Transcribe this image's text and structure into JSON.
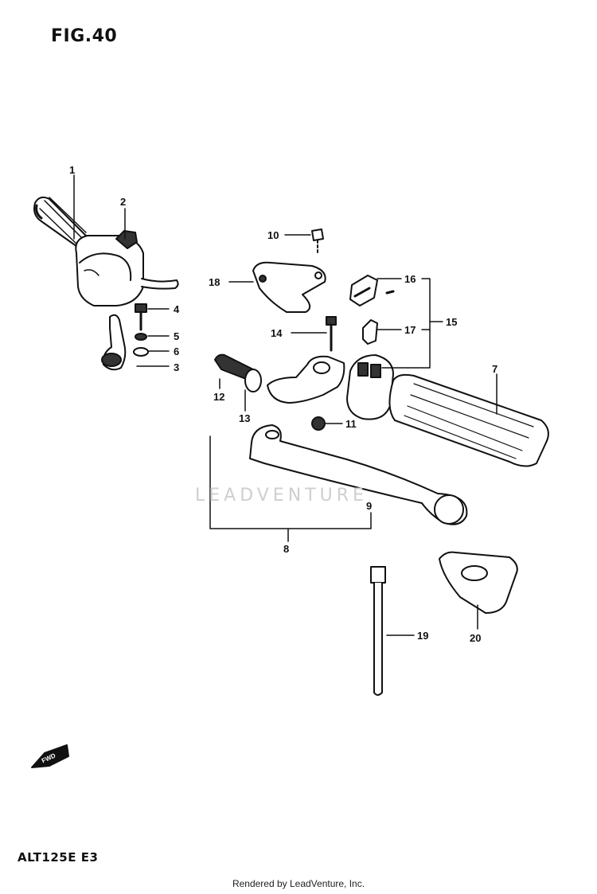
{
  "figure": {
    "title": "FIG.40",
    "model": "ALT125E  E3"
  },
  "footer": "Rendered by LeadVenture, Inc.",
  "watermark": "LEADVENTURE",
  "fwd_label": "FWD",
  "callouts": {
    "c1": "1",
    "c2": "2",
    "c3": "3",
    "c4": "4",
    "c5": "5",
    "c6": "6",
    "c7": "7",
    "c8": "8",
    "c9": "9",
    "c10": "10",
    "c11": "11",
    "c12": "12",
    "c13": "13",
    "c14": "14",
    "c15": "15",
    "c16": "16",
    "c17": "17",
    "c18": "18",
    "c19": "19",
    "c20": "20"
  }
}
